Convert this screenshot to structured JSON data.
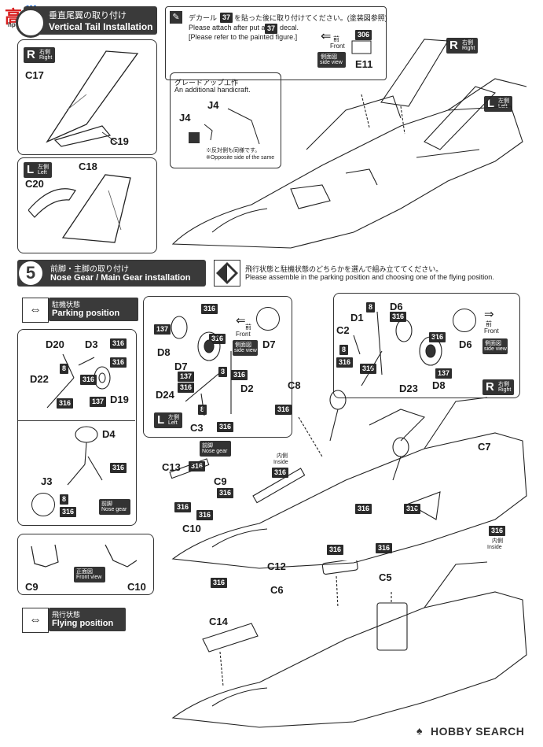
{
  "watermark": {
    "site": "hpf.com"
  },
  "step4": {
    "title_jp": "垂直尾翼の取り付け",
    "title_en": "Vertical Tail Installation",
    "right_badge_r": "R",
    "right_badge_jp": "右側",
    "right_badge_en": "Right",
    "left_badge_l": "L",
    "left_badge_jp": "左側",
    "left_badge_en": "Left",
    "parts": [
      "C17",
      "C19",
      "C18",
      "C20",
      "J4",
      "J4",
      "E11",
      "306"
    ],
    "decal_note_jp1": "デカール",
    "decal_num": "37",
    "decal_note_jp2": "を貼った後に取り付けてください。(塗装図参照)",
    "decal_note_en1": "Please attach after put a",
    "decal_note_en2": "decal.",
    "decal_note_en3": "[Please refer to the painted figure.]",
    "front_jp": "前",
    "front_en": "Front",
    "side_view_jp": "側面図",
    "side_view_en": "side view",
    "handicraft_jp": "グレードアップ工作",
    "handicraft_en": "An additional handicraft.",
    "opposite_jp": "※反対側も同様です。",
    "opposite_en": "※Opposite side of the same"
  },
  "step5": {
    "number": "5",
    "title_jp": "前脚・主脚の取り付け",
    "title_en": "Nose Gear / Main Gear installation",
    "note_jp": "飛行状態と駐機状態のどちらかを選んで組み立ててください。",
    "note_en": "Please assemble in the parking position and choosing one of the flying position.",
    "parking_jp": "駐機状態",
    "parking_en": "Parking position",
    "flying_jp": "飛行状態",
    "flying_en": "Flying position",
    "nose_gear_jp": "前脚",
    "nose_gear_en": "Nose gear",
    "front_view_jp": "正面図",
    "front_view_en": "Front view",
    "inside_jp": "内側",
    "inside_en": "Inside",
    "color_code": "316",
    "color_code_137": "137",
    "color_code_8": "8",
    "parts_left": [
      "D20",
      "D3",
      "D22",
      "D19",
      "D4",
      "J3"
    ],
    "parts_mid": [
      "D8",
      "D7",
      "D24",
      "D2",
      "C3",
      "D7"
    ],
    "parts_right": [
      "D1",
      "D6",
      "C2",
      "D23",
      "D8",
      "D6"
    ],
    "parts_main": [
      "C8",
      "C13",
      "C9",
      "C10",
      "C12",
      "C7",
      "C6",
      "C5",
      "C14",
      "C9",
      "C10"
    ]
  },
  "footer": {
    "brand": "HOBBY SEARCH"
  },
  "colors": {
    "header_bg": "#3a3a3a",
    "ink": "#1a1a1a",
    "badge": "#2b2b2b"
  }
}
